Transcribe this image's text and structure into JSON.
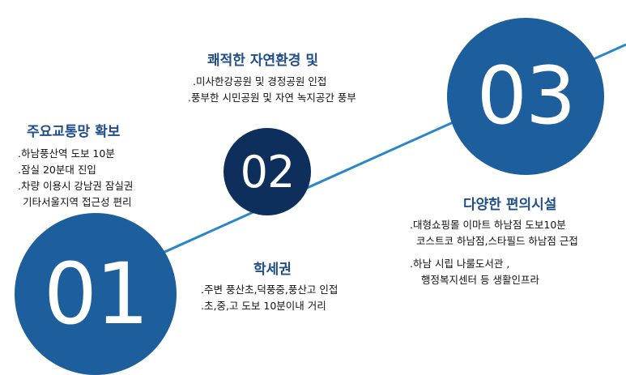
{
  "accent_colors": {
    "circle_primary": "#1d5e9c",
    "circle_dark": "#0e2f5c",
    "title": "#1f4e89",
    "line": "#2a87c7"
  },
  "items": [
    {
      "number": "01",
      "title": "주요교통망 확보",
      "lines": [
        ".하남풍산역 도보 10분",
        ".잠실 20분대 진입",
        ".차량 이용시 강남권 잠실권",
        " 기타서울지역 접근성 편리"
      ]
    },
    {
      "number": "02",
      "title": "학세권",
      "lines": [
        ".주변 풍산초,덕풍중,풍산고 인접",
        ".초,중,고 도보 10분이내 거리"
      ]
    },
    {
      "number": "03",
      "title": "다양한 편의시설",
      "lines": [
        ".대형쇼핑몰 이마트 하남점 도보10분",
        "  코스트코 하남점,스타필드 하남점 근접",
        ".하남 시립 나룰도서관 ,",
        "  행정복지센터 등 생활인프라"
      ]
    },
    {
      "title": "쾌적한 자연환경 및",
      "lines": [
        ".미사한강공원 및 경정공원 인접",
        ".풍부한 시민공원 및 자연 녹지공간 풍부"
      ]
    }
  ]
}
